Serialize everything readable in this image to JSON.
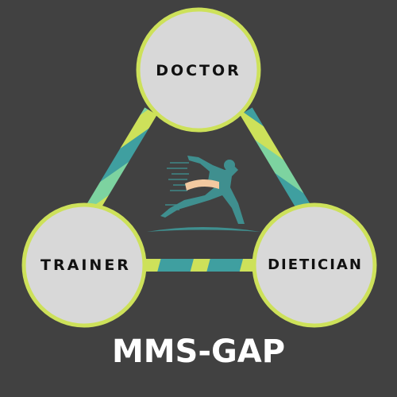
{
  "nodes": {
    "top": {
      "label": "DOCTOR"
    },
    "left": {
      "label": "TRAINER"
    },
    "right": {
      "label": "DIETICIAN"
    }
  },
  "center_graphic": {
    "icon": "running-athlete-icon"
  },
  "title": "MMS-GAP",
  "colors": {
    "background": "#414141",
    "node_fill": "#d8d8d8",
    "node_ring": "#cde15a",
    "band_teal": "#3f9fa0",
    "band_mint": "#7dd3a0",
    "band_lime": "#cde15a",
    "athlete": "#3f8f8f",
    "athlete_band": "#f2c9a0"
  }
}
